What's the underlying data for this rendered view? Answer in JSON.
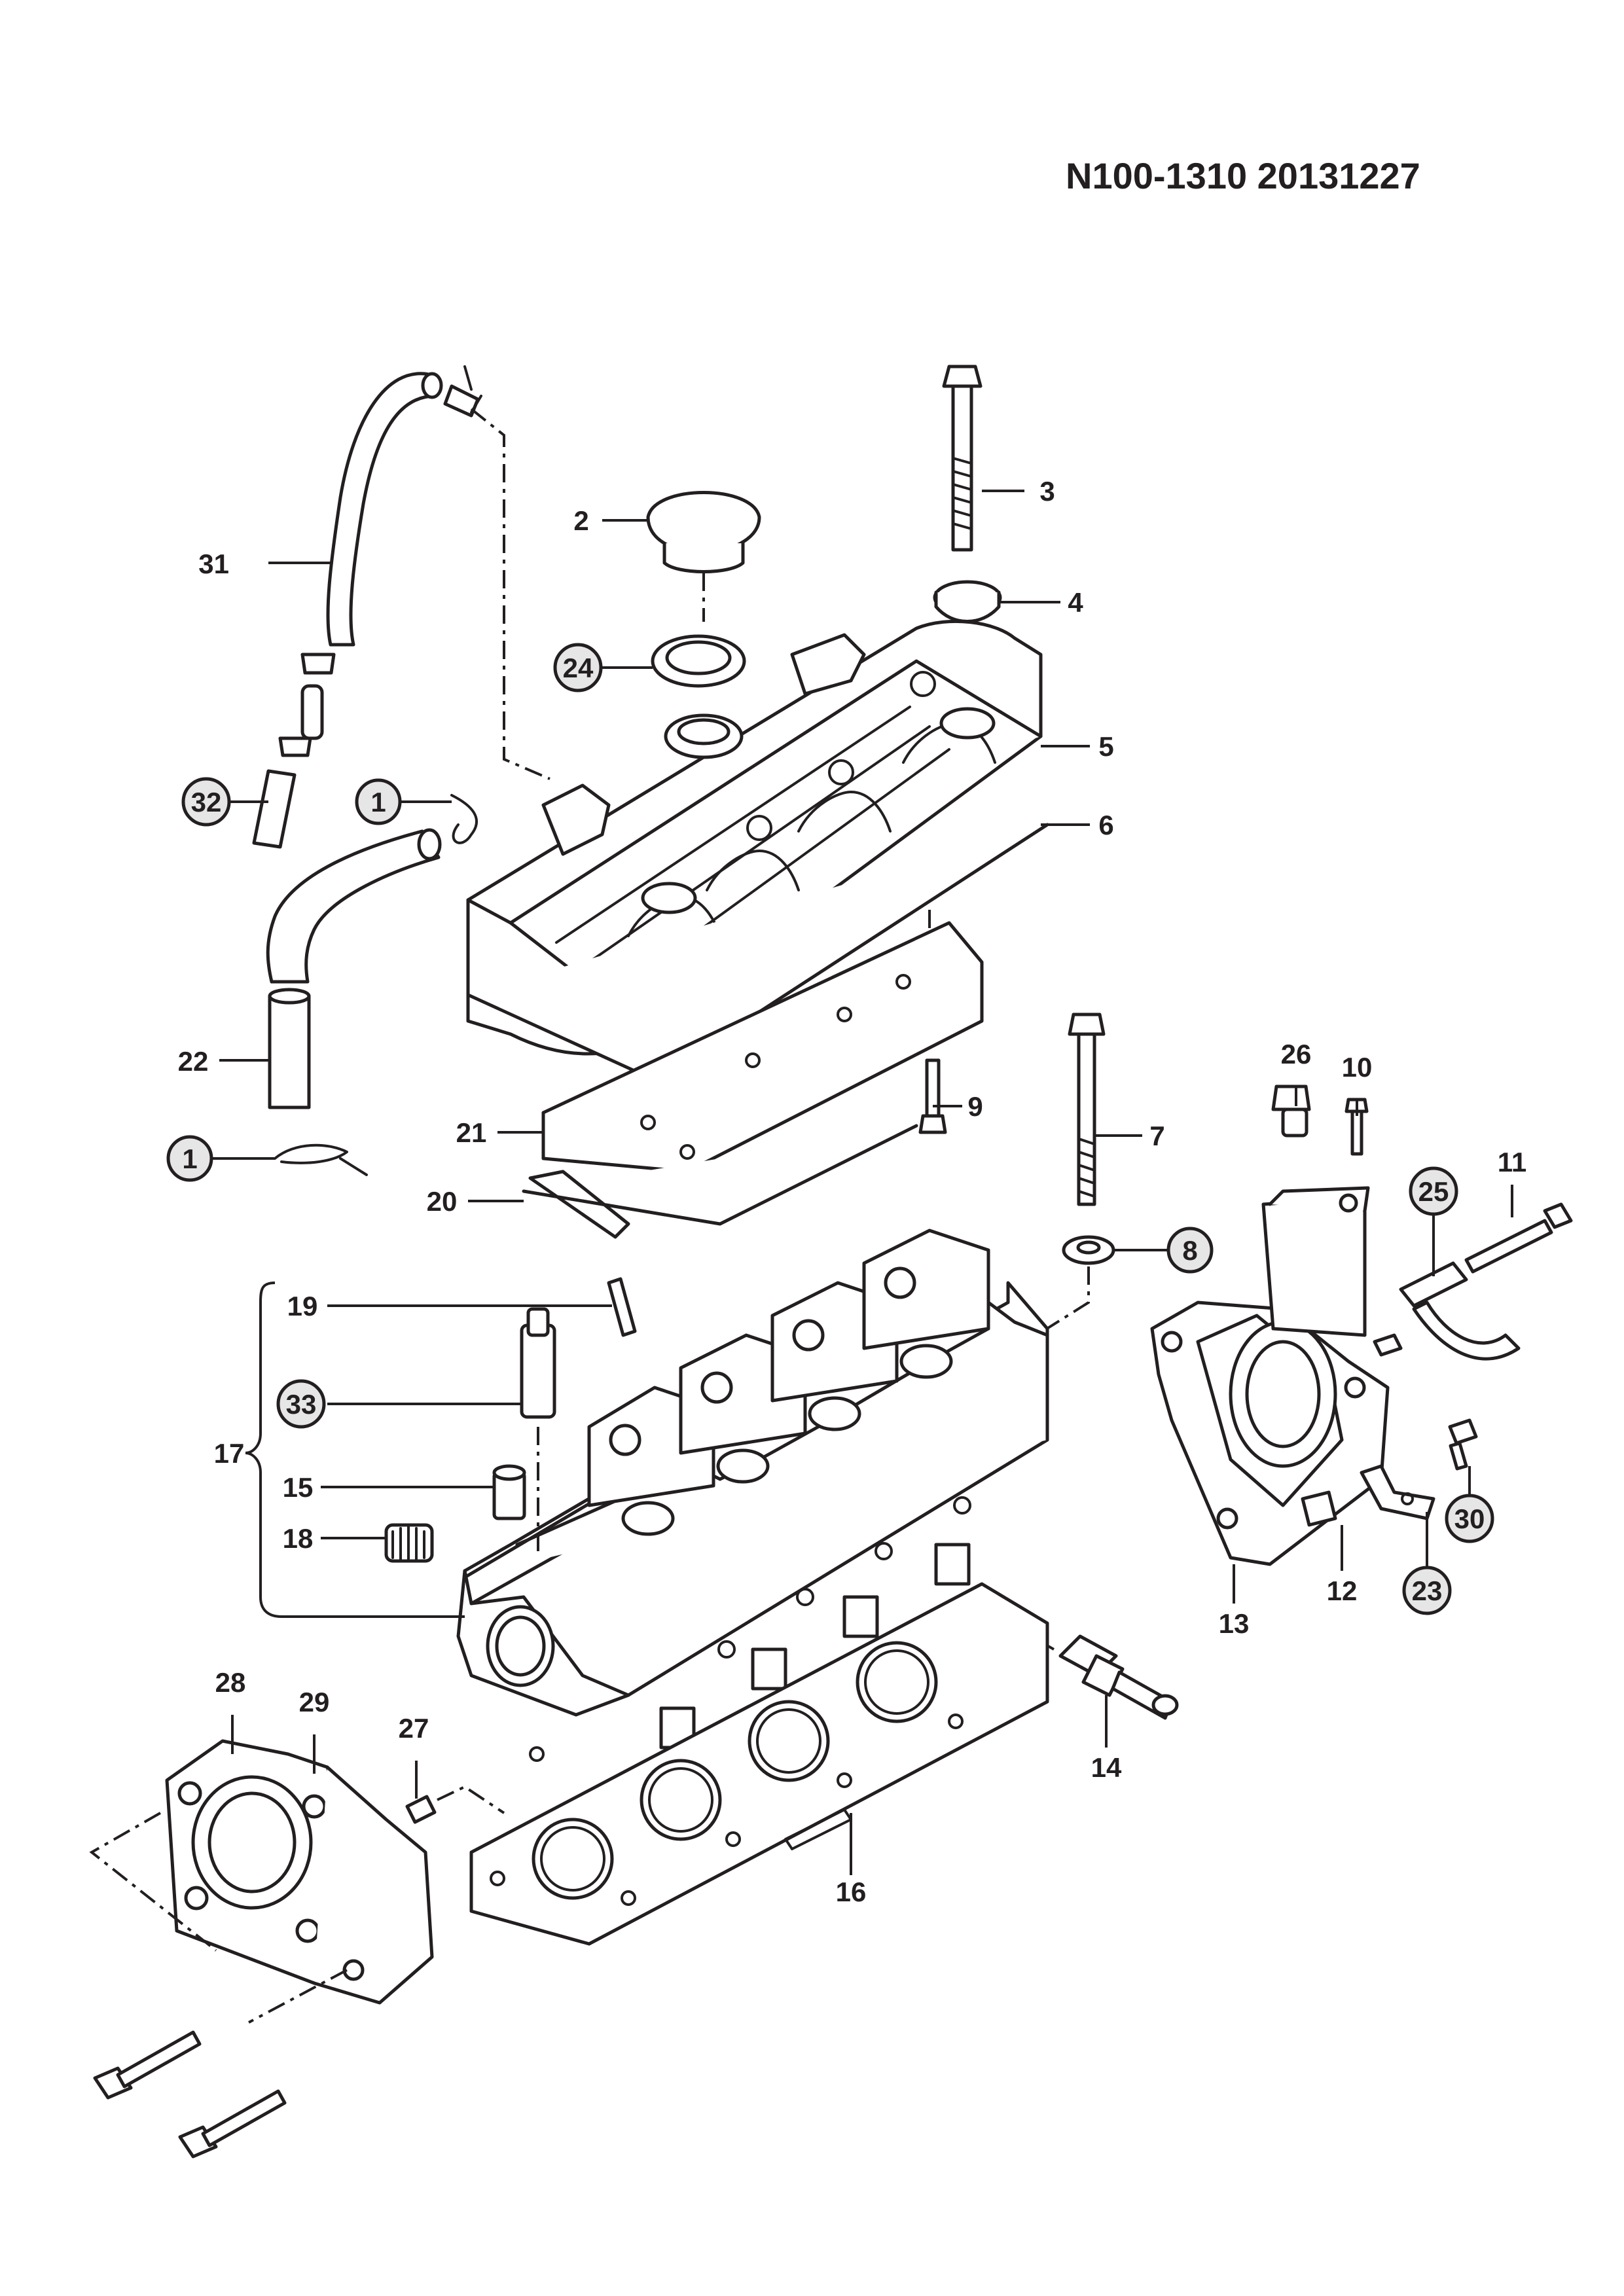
{
  "header": {
    "document_code": "N100-1310  20131227"
  },
  "colors": {
    "line": "#231f20",
    "circled_fill": "#e6e6e6",
    "background": "#ffffff"
  },
  "callouts": {
    "c1a": "1",
    "c1b": "1",
    "c2": "2",
    "c3": "3",
    "c4": "4",
    "c5": "5",
    "c6": "6",
    "c7": "7",
    "c8": "8",
    "c9": "9",
    "c10": "10",
    "c11": "11",
    "c12": "12",
    "c13": "13",
    "c14": "14",
    "c15": "15",
    "c16": "16",
    "c17": "17",
    "c18": "18",
    "c19": "19",
    "c20": "20",
    "c21": "21",
    "c22": "22",
    "c23": "23",
    "c24": "24",
    "c25": "25",
    "c26": "26",
    "c27": "27",
    "c28": "28",
    "c29": "29",
    "c30": "30",
    "c31": "31",
    "c32": "32",
    "c33": "33"
  }
}
